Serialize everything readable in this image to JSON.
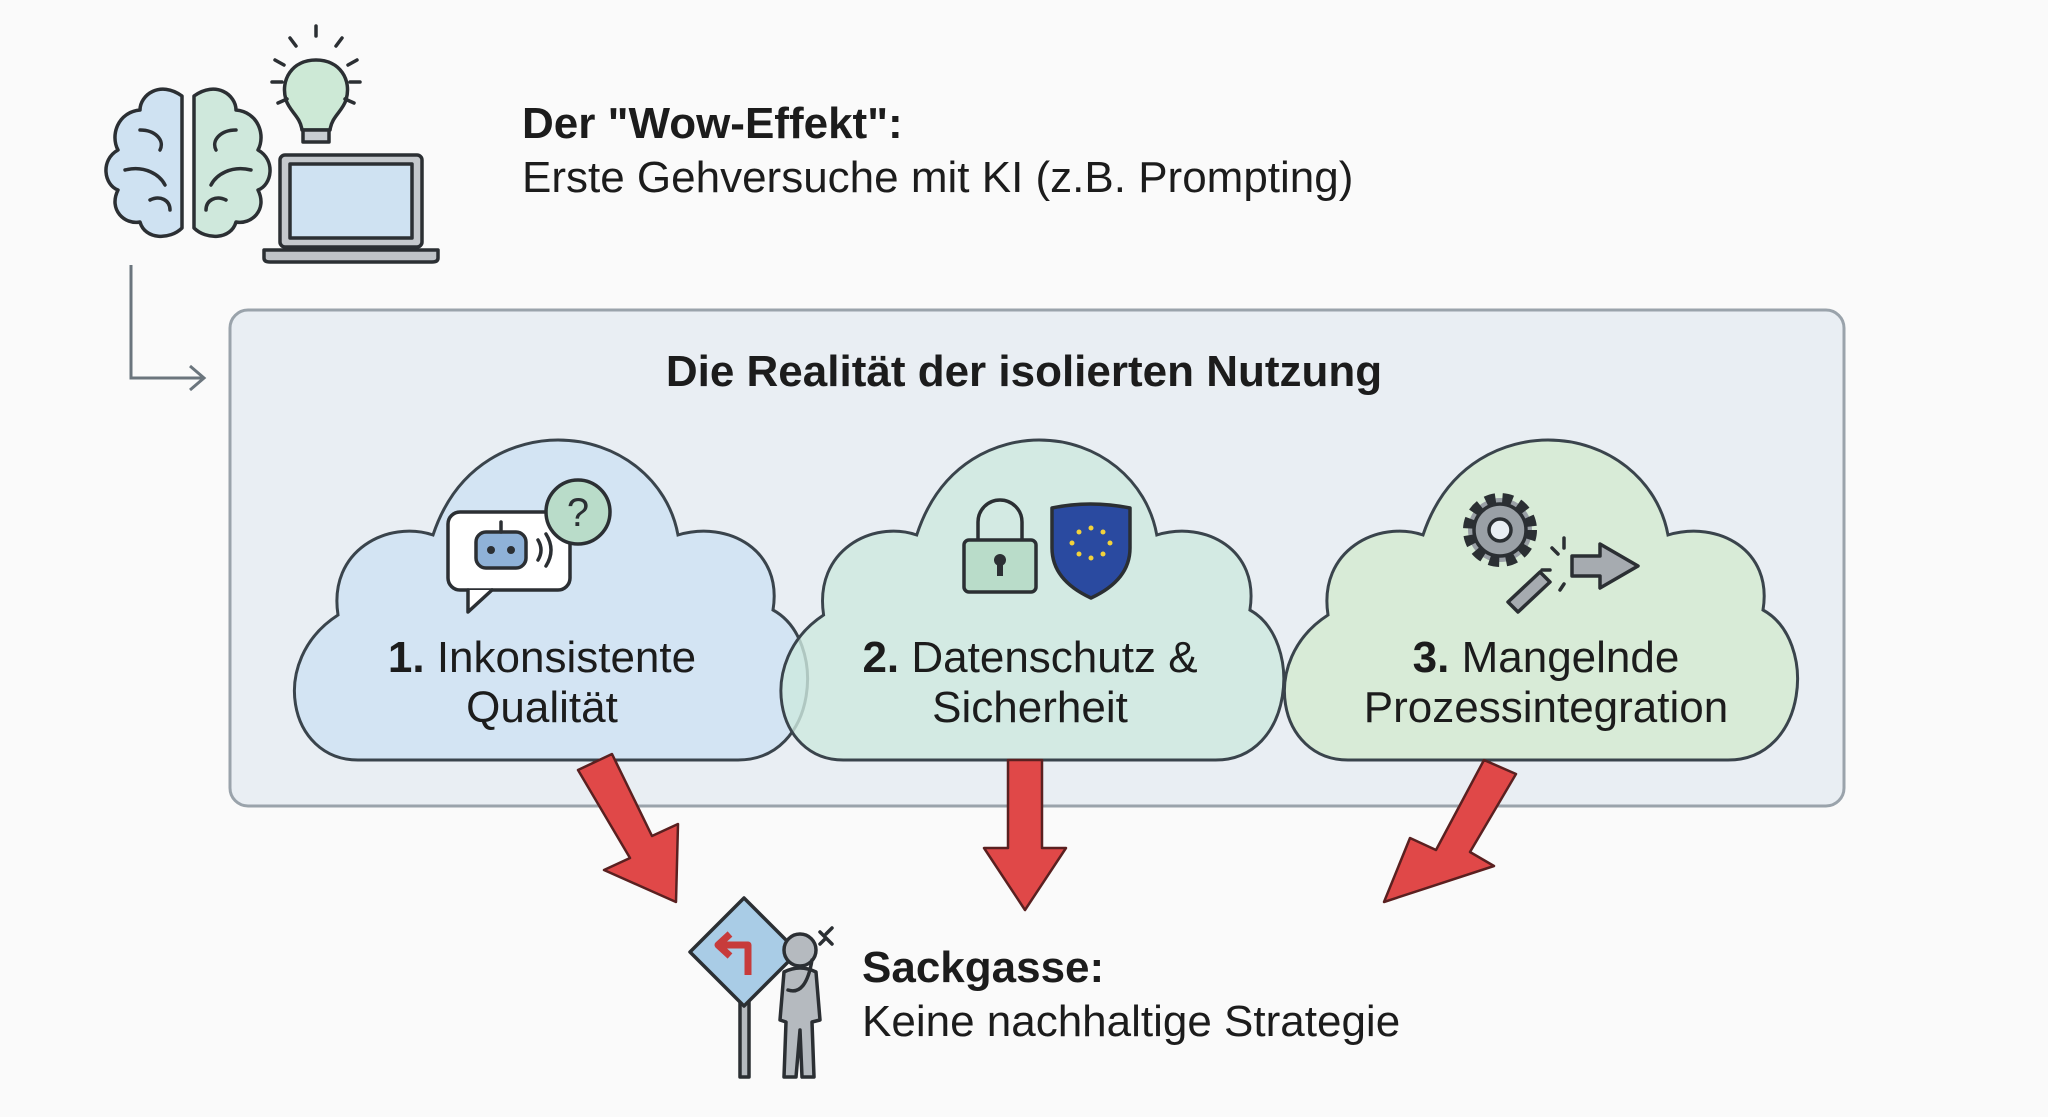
{
  "intro": {
    "title": "Der \"Wow-Effekt\":",
    "subtitle": "Erste Gehversuche mit KI (z.B. Prompting)"
  },
  "reality": {
    "title": "Die Realität der isolierten Nutzung"
  },
  "problems": [
    {
      "number": "1.",
      "line1": "Inkonsistente",
      "line2": "Qualität",
      "color": "#cfe2f2"
    },
    {
      "number": "2.",
      "line1": "Datenschutz &",
      "line2": "Sicherheit",
      "color": "#cde9de"
    },
    {
      "number": "3.",
      "line1": "Mangelnde",
      "line2": "Prozessintegration",
      "color": "#d3eacf"
    }
  ],
  "outcome": {
    "title": "Sackgasse:",
    "subtitle": "Keine nachhaltige Strategie"
  },
  "colors": {
    "arrow": "#e04848",
    "box_bg": "#e9eef3",
    "box_border": "#9aa3ab"
  }
}
